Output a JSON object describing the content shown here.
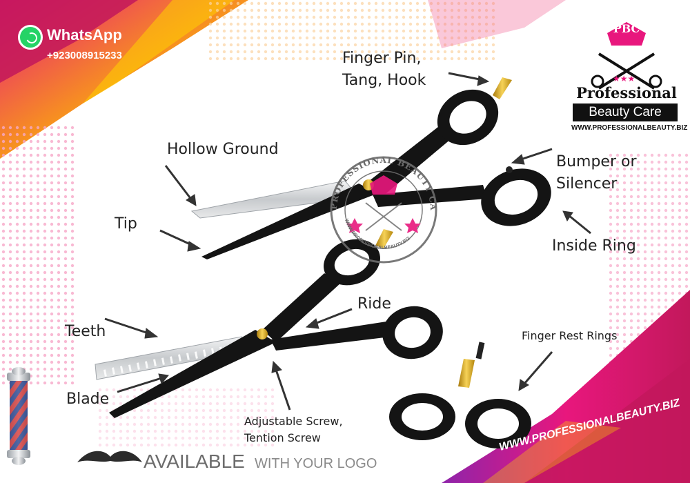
{
  "contact": {
    "app": "WhatsApp",
    "phone": "+923008915233"
  },
  "brand": {
    "badge": "PBC",
    "name": "Professional",
    "tagline": "Beauty Care",
    "url": "WWW.PROFESSIONALBEAUTY.BIZ",
    "watermark_text": "PROFESSIONAL BEAUTY CARE",
    "watermark_url": "WWW.PROFESSIONALBEAUTY.BIZ"
  },
  "labels": {
    "finger_pin_line1": "Finger Pin,",
    "finger_pin_line2": "Tang, Hook",
    "hollow_ground": "Hollow Ground",
    "bumper_line1": "Bumper or",
    "bumper_line2": "Silencer",
    "tip": "Tip",
    "inside_ring": "Inside Ring",
    "ride": "Ride",
    "teeth": "Teeth",
    "finger_rest_rings": "Finger Rest Rings",
    "blade": "Blade",
    "adjustable_line1": "Adjustable Screw,",
    "adjustable_line2": "Tention Screw"
  },
  "footer": {
    "available": "AVAILABLE",
    "with_logo": "WITH YOUR LOGO",
    "site": "WWW.PROFESSIONALBEAUTY.BIZ"
  },
  "colors": {
    "pink": "#e8177d",
    "magenta": "#c2185b",
    "orange": "#f7931e",
    "yellow": "#ffd200",
    "purple": "#8e24aa",
    "black": "#111111",
    "gold": "#d4a017",
    "steel": "#d9dbde"
  }
}
